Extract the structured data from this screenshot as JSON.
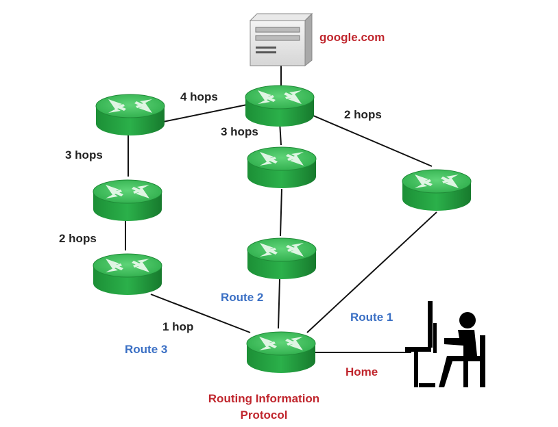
{
  "server": {
    "label": "google.com"
  },
  "hop_labels": {
    "top_left_to_top_center": "4 hops",
    "top_center_to_center_mid": "3 hops",
    "top_center_to_right": "2 hops",
    "left_top_to_left_mid": "3 hops",
    "left_mid_to_left_bottom": "2 hops",
    "left_bottom_to_home_router": "1 hop"
  },
  "routes": {
    "route_1": "Route 1",
    "route_2": "Route 2",
    "route_3": "Route 3"
  },
  "home": {
    "label": "Home"
  },
  "caption": {
    "line1": "Routing Information",
    "line2": "Protocol"
  },
  "colors": {
    "router_top": "#3fbf5c",
    "router_side": "#1f9a3a",
    "route_label": "#3a6fc4",
    "accent_label": "#c0262d",
    "hop_label": "#222222"
  }
}
